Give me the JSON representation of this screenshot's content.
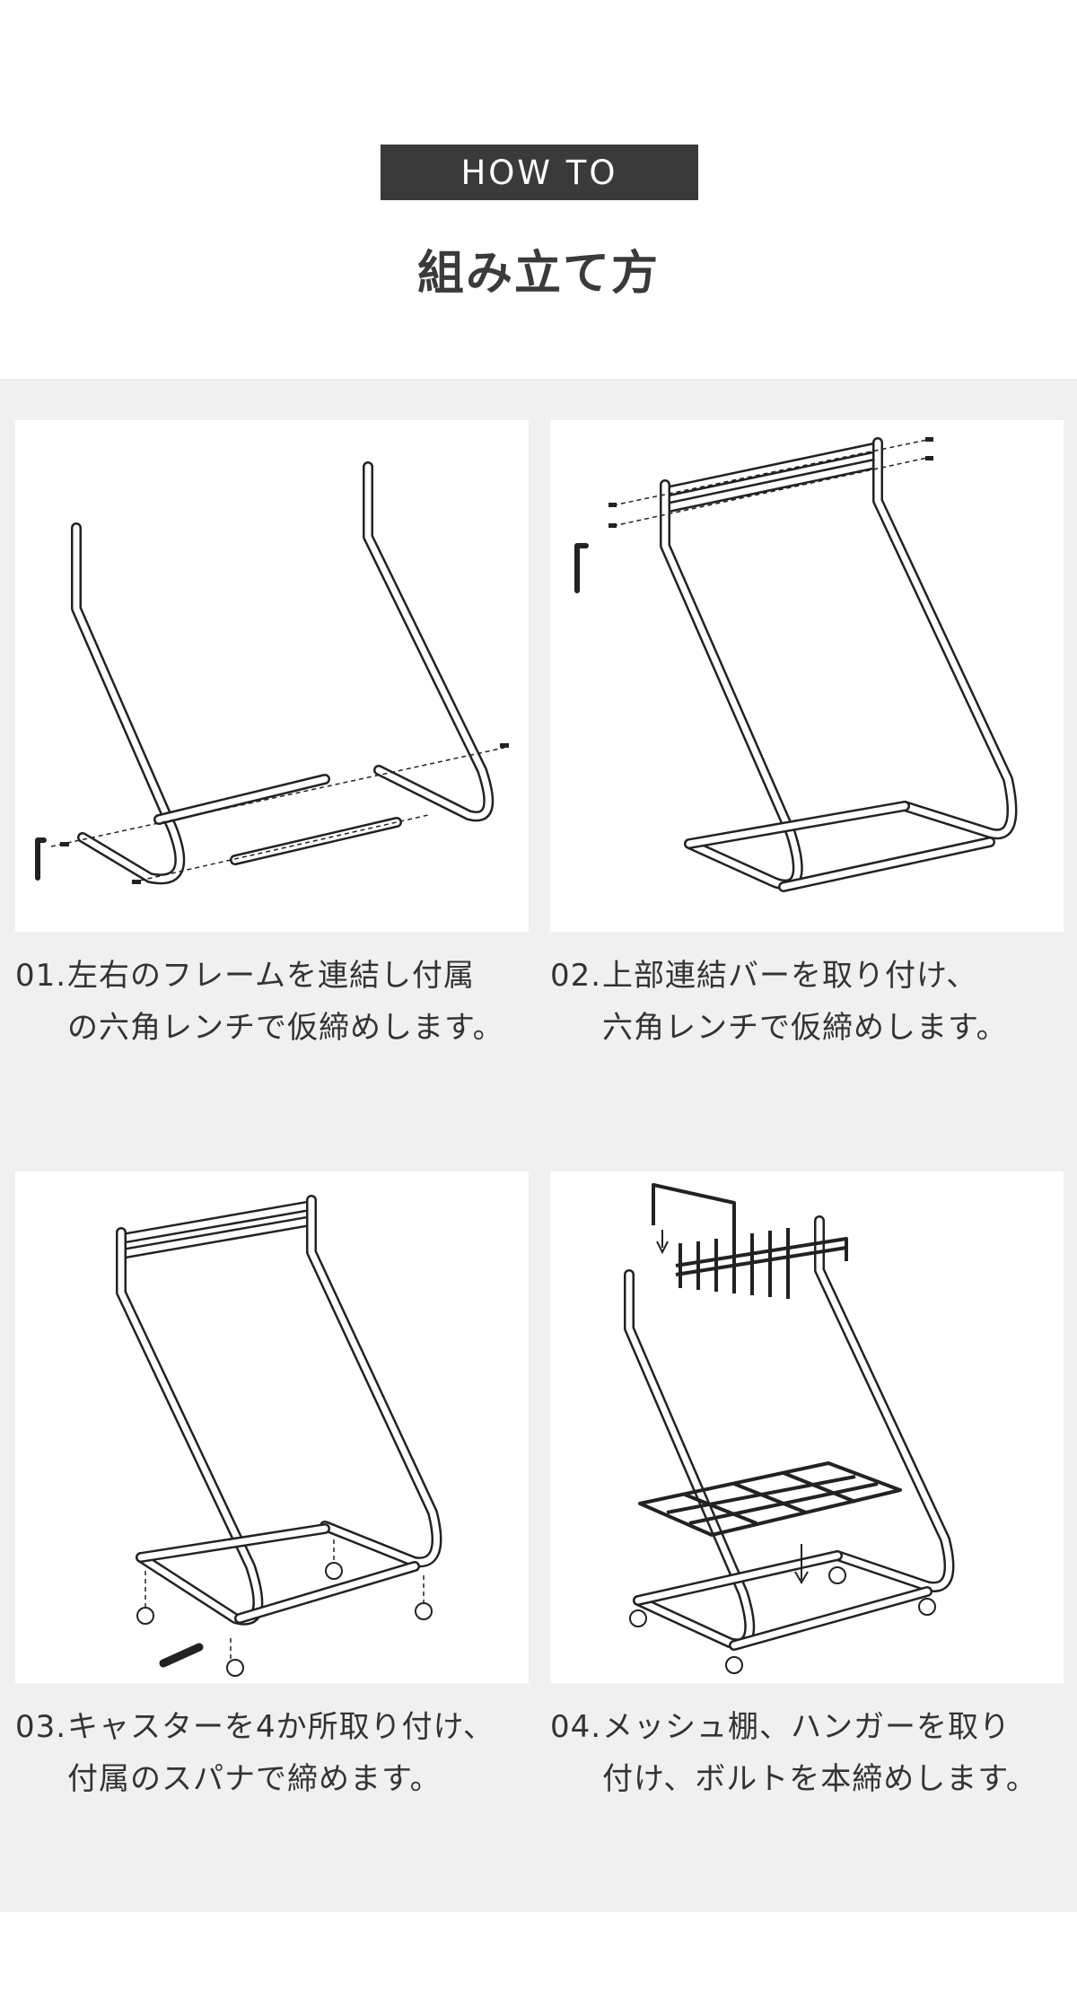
{
  "header": {
    "badge": "HOW TO",
    "title": "組み立て方"
  },
  "steps": [
    {
      "num": "01.",
      "line1": "左右のフレームを連結し付属",
      "line2": "の六角レンチで仮締めします。",
      "illustration": "side-frames-hex-wrench"
    },
    {
      "num": "02.",
      "line1": "上部連結バーを取り付け、",
      "line2": "六角レンチで仮締めします。",
      "illustration": "top-bar-hex-wrench"
    },
    {
      "num": "03.",
      "line1": "キャスターを4か所取り付け、",
      "line2": "付属のスパナで締めます。",
      "illustration": "casters-spanner"
    },
    {
      "num": "04.",
      "line1": "メッシュ棚、ハンガーを取り",
      "line2": "付け、ボルトを本締めします。",
      "illustration": "mesh-shelf-hangers"
    }
  ],
  "colors": {
    "badge_bg": "#3a3a3a",
    "panel_bg": "#f0f0f0",
    "text": "#333333"
  }
}
